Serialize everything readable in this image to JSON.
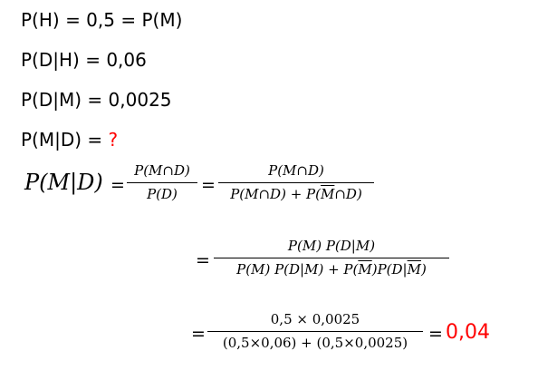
{
  "lines": {
    "l1": "P(H) = 0,5 = P(M)",
    "l2": "P(D|H) = 0,06",
    "l3": "P(D|M) = 0,0025",
    "l4_text": "P(M|D) = ",
    "l4_q": "?"
  },
  "formula1": {
    "lhs": "P(M|D)",
    "eq1": "=",
    "f1_num": "P(M∩D)",
    "f1_den": "P(D)",
    "eq2": "=",
    "f2_num": "P(M∩D)",
    "f2_den_a": "P(M∩D) + P(",
    "f2_den_bar": "M",
    "f2_den_b": "∩D)"
  },
  "formula2": {
    "eq": "=",
    "num": "P(M) P(D|M)",
    "den_a": "P(M) P(D|M) +  P(",
    "den_bar1": "M",
    "den_b": ")P(D|",
    "den_bar2": "M",
    "den_c": ")"
  },
  "formula3": {
    "eq": "=",
    "num": "0,5 × 0,0025",
    "den": "(0,5×0,06) +  (0,5×0,0025)",
    "eq2": "=",
    "result": "0,04"
  },
  "colors": {
    "accent": "#ff0000",
    "text": "#000000"
  }
}
